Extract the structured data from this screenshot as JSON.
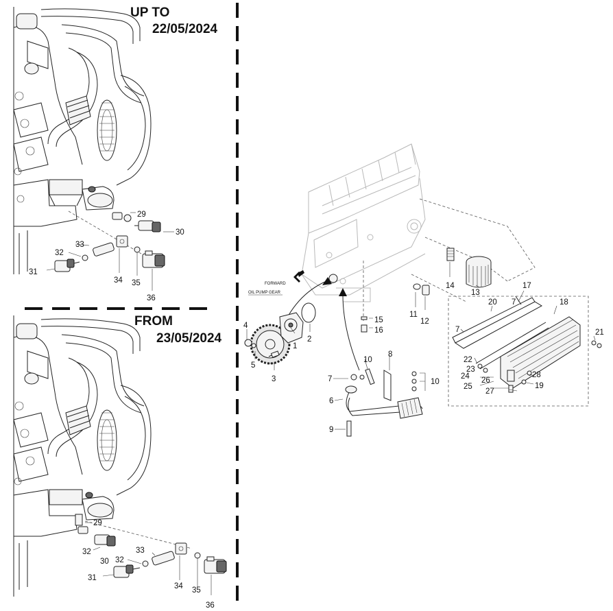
{
  "sections": {
    "top_title_line1": "UP TO",
    "top_title_line2": "22/05/2024",
    "bottom_title_line1": "FROM",
    "bottom_title_line2": "23/05/2024"
  },
  "annotations": {
    "forward": "FORWARD",
    "oil_pump_gear": "OIL PUMP GEAR"
  },
  "callouts": {
    "top": {
      "c29": "29",
      "c30": "30",
      "c31": "31",
      "c32": "32",
      "c33": "33",
      "c34": "34",
      "c35": "35",
      "c36": "36"
    },
    "bottom": {
      "c29": "29",
      "c30": "30",
      "c31": "31",
      "c32a": "32",
      "c32b": "32",
      "c33": "33",
      "c34": "34",
      "c35": "35",
      "c36": "36"
    },
    "right": {
      "c1": "1",
      "c2": "2",
      "c3": "3",
      "c4": "4",
      "c5": "5",
      "c6": "6",
      "c7a": "7",
      "c7b": "7",
      "c7c": "7",
      "c8": "8",
      "c9": "9",
      "c10a": "10",
      "c10b": "10",
      "c11": "11",
      "c12": "12",
      "c13": "13",
      "c14": "14",
      "c15": "15",
      "c16": "16",
      "c17": "17",
      "c18": "18",
      "c19": "19",
      "c20": "20",
      "c21": "21",
      "c22": "22",
      "c23": "23",
      "c24": "24",
      "c25": "25",
      "c26": "26",
      "c27": "27",
      "c28": "28"
    }
  }
}
